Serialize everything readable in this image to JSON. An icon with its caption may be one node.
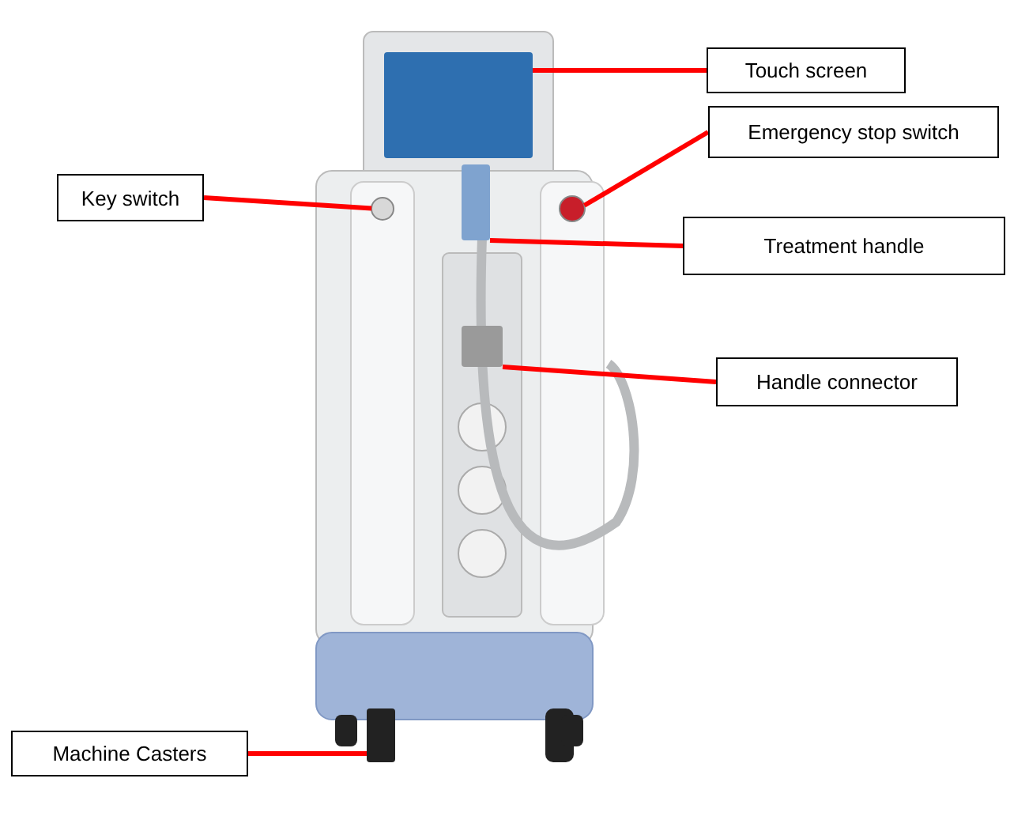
{
  "diagram": {
    "nodes": [
      {
        "text": [
          "Touch screen"
        ]
      },
      {
        "text": [
          "Emergency stop switch"
        ]
      },
      {
        "text": [
          "Key switch"
        ]
      },
      {
        "text": [
          "Treatment handle"
        ]
      },
      {
        "text": [
          "Handle connector"
        ]
      },
      {
        "text": [
          "Machine Casters"
        ]
      },
      {
        "text": [],
        "shape": "box"
      },
      {
        "text": [],
        "shape": "circle"
      },
      {
        "text": [],
        "shape": "circle"
      },
      {
        "text": [],
        "shape": "box"
      },
      {
        "text": [],
        "shape": "box"
      },
      {
        "text": [],
        "shape": "box"
      }
    ],
    "edges": [
      {
        "from": 0,
        "to": 6,
        "arrow": "none"
      },
      {
        "from": 1,
        "to": 8,
        "arrow": "none"
      },
      {
        "from": 2,
        "to": 7,
        "arrow": "none"
      },
      {
        "from": 3,
        "to": 9,
        "arrow": "none"
      },
      {
        "from": 4,
        "to": 10,
        "arrow": "none"
      },
      {
        "from": 5,
        "to": 11,
        "arrow": "none"
      }
    ]
  }
}
